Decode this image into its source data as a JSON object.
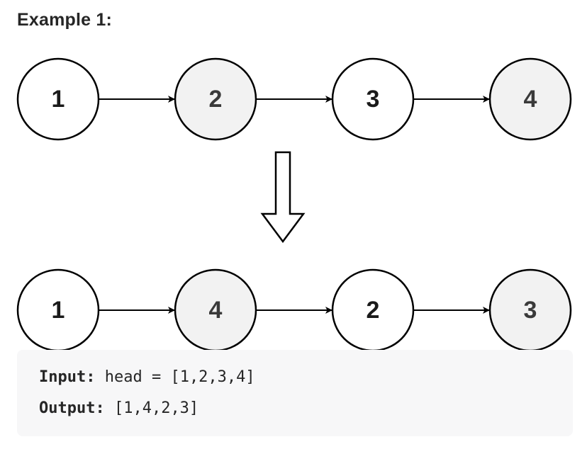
{
  "heading": "Example 1:",
  "before": {
    "nodes": [
      {
        "label": "1",
        "shaded": false
      },
      {
        "label": "2",
        "shaded": true
      },
      {
        "label": "3",
        "shaded": false
      },
      {
        "label": "4",
        "shaded": true
      }
    ]
  },
  "after": {
    "nodes": [
      {
        "label": "1",
        "shaded": false
      },
      {
        "label": "4",
        "shaded": true
      },
      {
        "label": "2",
        "shaded": false
      },
      {
        "label": "3",
        "shaded": true
      }
    ]
  },
  "example": {
    "input_label": "Input:",
    "input_value": "head = [1,2,3,4]",
    "output_label": "Output:",
    "output_value": "[1,4,2,3]"
  },
  "colors": {
    "node_fill": "#ffffff",
    "node_fill_shaded": "#f2f2f2",
    "stroke": "#000000",
    "code_background": "#f7f7f8"
  }
}
